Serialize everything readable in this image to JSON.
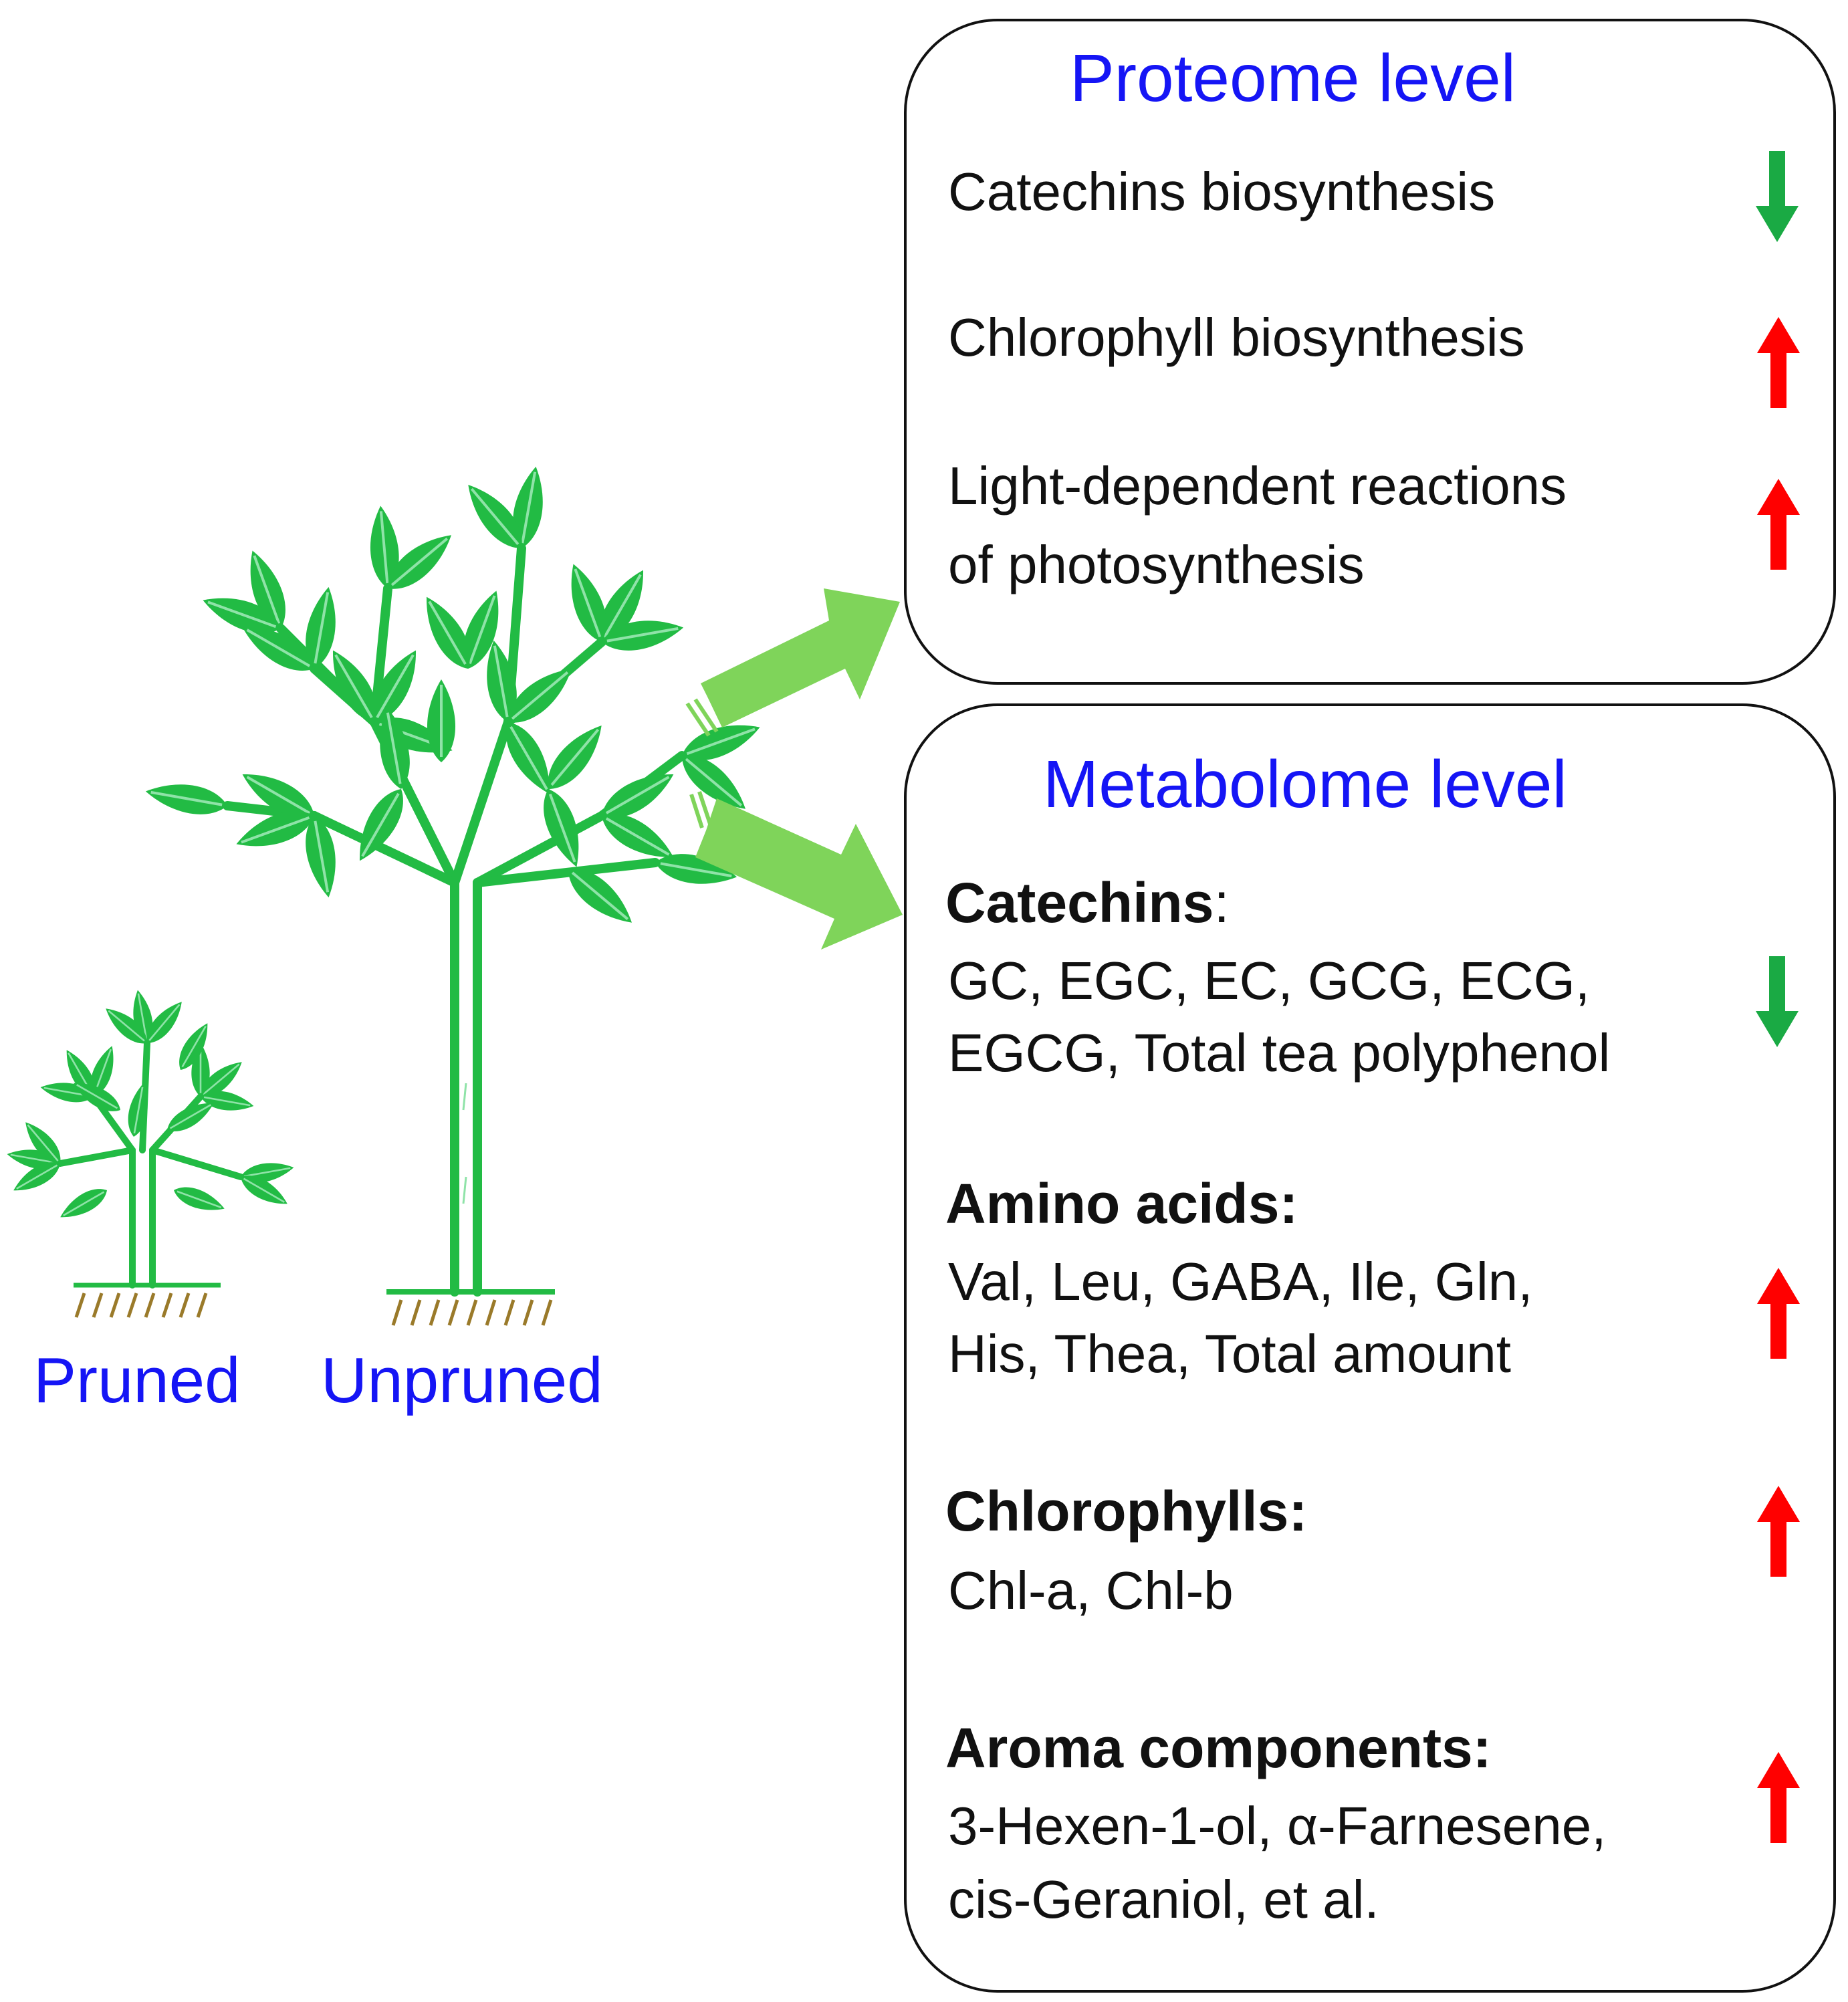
{
  "plants": {
    "pruned_label": "Pruned",
    "unpruned_label": "Unpruned"
  },
  "proteome": {
    "title": "Proteome level",
    "items": [
      {
        "lines": [
          "Catechins biosynthesis"
        ],
        "trend": "down"
      },
      {
        "lines": [
          "Chlorophyll biosynthesis"
        ],
        "trend": "up"
      },
      {
        "lines": [
          "Light-dependent reactions",
          "of photosynthesis"
        ],
        "trend": "up"
      }
    ]
  },
  "metabolome": {
    "title": "Metabolome level",
    "groups": [
      {
        "heading": "Catechins",
        "suffix": ":",
        "lines": [
          "GC, EGC, EC, GCG, ECG,",
          "EGCG, Total tea polyphenol"
        ],
        "trend": "down"
      },
      {
        "heading": "Amino acids:",
        "suffix": "",
        "lines": [
          "Val, Leu, GABA, Ile, Gln,",
          "His, Thea, Total amount"
        ],
        "trend": "up"
      },
      {
        "heading": "Chlorophylls:",
        "suffix": "",
        "lines": [
          "Chl-a, Chl-b"
        ],
        "trend": "up"
      },
      {
        "heading": "Aroma components:",
        "suffix": "",
        "lines": [
          "3-Hexen-1-ol, α-Farnesene,",
          "cis-Geraniol, et al."
        ],
        "trend": "up"
      }
    ]
  },
  "icons": {
    "up": "red-up-arrow-icon",
    "down": "green-down-arrow-icon",
    "connector": "green-block-arrow-icon"
  },
  "colors": {
    "title_blue": "#1515f5",
    "leaf_green": "#22bb44",
    "connector_green": "#7fd45a",
    "up_red": "#ff0000",
    "down_green": "#1aaa44",
    "soil_brown": "#9a7a2a"
  }
}
